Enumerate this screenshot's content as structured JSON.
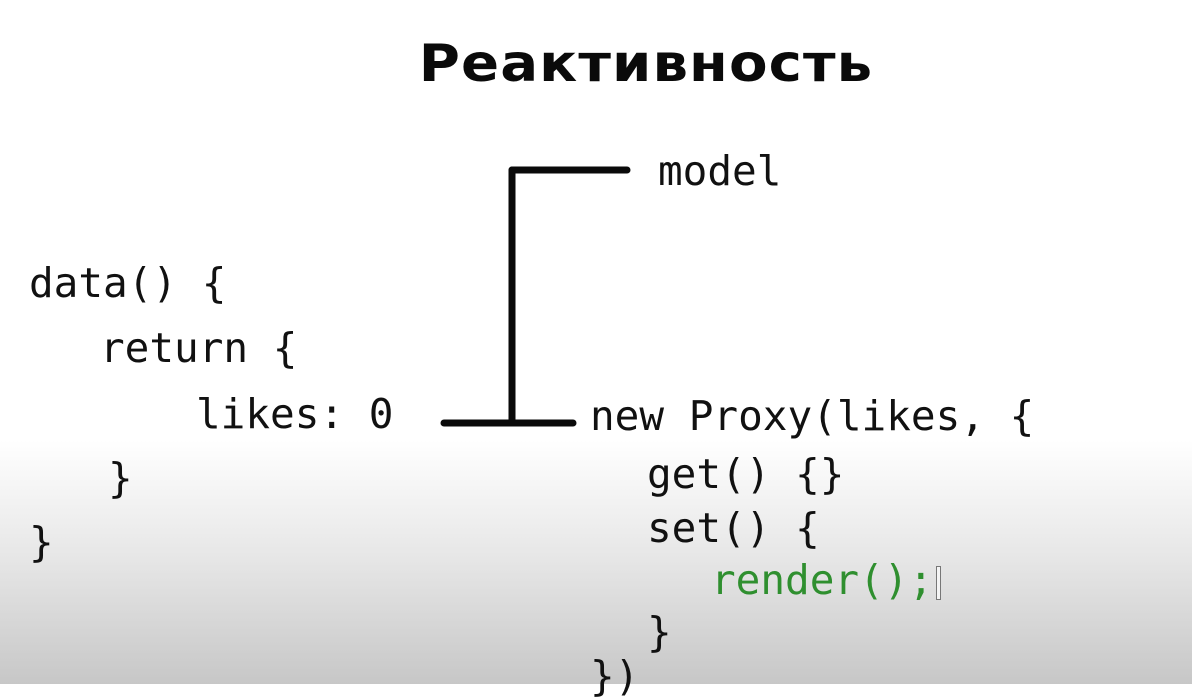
{
  "title": "Реактивность",
  "labels": {
    "model": "model"
  },
  "code_left": [
    "data() {",
    "return {",
    "likes: 0",
    "}",
    "}"
  ],
  "code_right": [
    "new Proxy(likes, {",
    "get() {}",
    "set() {",
    "render();",
    "}",
    "})"
  ],
  "colors": {
    "text": "#111111",
    "highlight": "#2f8f2f"
  }
}
